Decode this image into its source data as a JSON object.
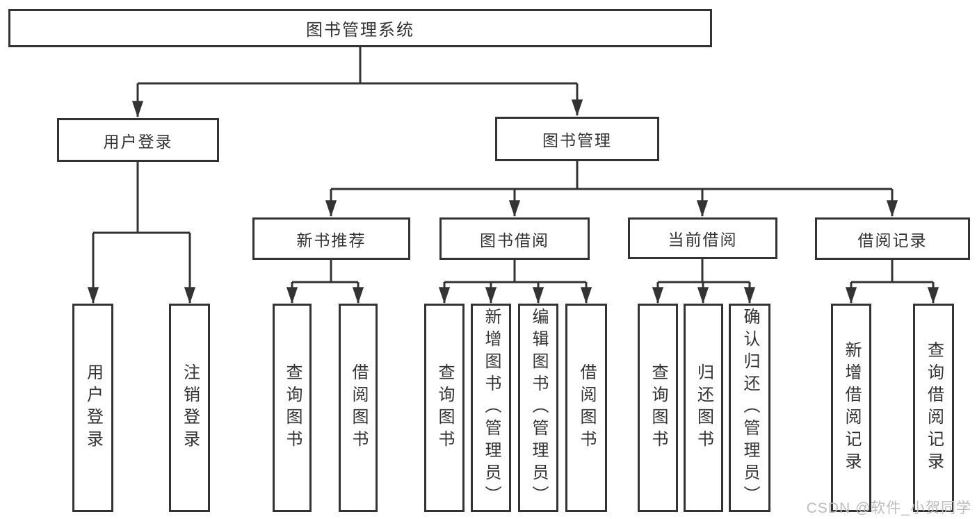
{
  "diagram": {
    "title": "图书管理系统",
    "level2": {
      "user_login": "用户登录",
      "book_mgmt": "图书管理"
    },
    "level3": {
      "new_books": "新书推荐",
      "borrowing": "图书借阅",
      "current": "当前借阅",
      "records": "借阅记录"
    },
    "leaves": {
      "user_login": [
        "用户登录",
        "注销登录"
      ],
      "new_books": [
        "查询图书",
        "借阅图书"
      ],
      "borrowing": [
        "查询图书",
        "新增图书（管理员）",
        "编辑图书（管理员）",
        "借阅图书"
      ],
      "current": [
        "查询图书",
        "归还图书",
        "确认归还（管理员）"
      ],
      "records": [
        "新增借阅记录",
        "查询借阅记录"
      ]
    }
  },
  "watermark": "CSDN @软件_小贺同学",
  "colors": {
    "line": "#333333",
    "text": "#333333",
    "watermark": "#bcbcbc",
    "background": "#ffffff"
  }
}
